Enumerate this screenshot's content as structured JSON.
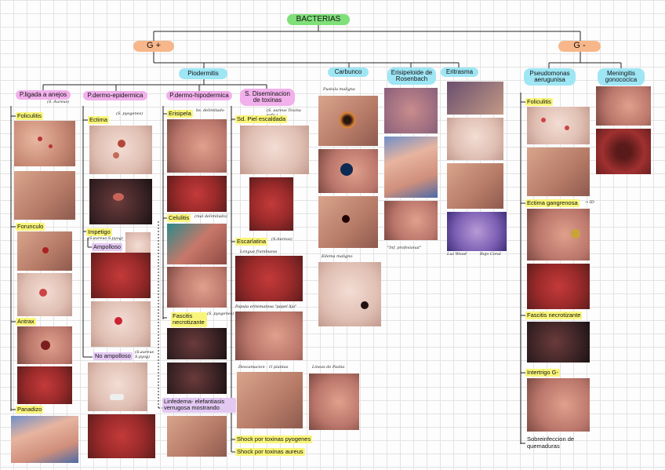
{
  "root": "BACTERIAS",
  "gpos": "G +",
  "gneg": "G -",
  "pio": "Piodermitis",
  "carb": "Carbunco",
  "eris_ros": "Erisipeloide de Rosenbach",
  "eritrasma": "Eritrasma",
  "pseudo": "Pseudomonas aerugunisa",
  "mening": "Meningitis gonococica",
  "cat1": "P.ligada a anejos",
  "cat2": "P.dermo-epidermica",
  "cat3": "P.dermo-hipodermica",
  "cat4": "S. Diseminacion de toxinas",
  "c1": {
    "foliculitis": "Foliculitis",
    "forunculo": "Forunculo",
    "antrax": "Antrax",
    "panadizo": "Panadizo"
  },
  "c2": {
    "ectima": "Ectima",
    "impetigo": "Impetigo",
    "ampolloso": "Ampolloso",
    "no_ampolloso": "No ampolloso"
  },
  "c3": {
    "erisipela": "Erisipela",
    "celulitis": "Celulitis",
    "fascitis": "Fascitis necrotizante",
    "linfedema": "Linfedema- elefantiasis verrugosa mostrando"
  },
  "c4": {
    "sd_piel": "Sd. Piel escaldada",
    "escarlatina": "Escarlatina",
    "shock_pyo": "Shock por toxinas pyogenes",
    "shock_aur": "Shock por toxinas aureus"
  },
  "gn": {
    "foliculitis": "Foliculitis",
    "ectima_g": "Ectima gangrenosa",
    "fascitis": "Fascitis necrotizante",
    "intertrigo": "Intertrigo G-",
    "sobreinf": "Sobreinfeccion de quemaduras"
  },
  "notes": {
    "s_aureus": "(S. Aureus)",
    "s_pyog": "(S. pyogenes)",
    "bs_delim": "bs. delimitado",
    "mal_delim": "(mal delimitado)",
    "saureus_toxina": "(S. aureus Toxina exfo.)",
    "s_aureus2": "(S.Aureus)",
    "saureus_pyog": "(S.aureus S.pyog)",
    "frambuesa": "Lengua frambuesa",
    "papula": "Papula eritematosa \"papel lija\"",
    "descam": "Descamacion - 1l plantas",
    "lineas": "Lineas de Pastia",
    "pustula": "Pustula maligna",
    "edema": "Edema maligno",
    "prof": "\"Inf. profesional\"",
    "luz": "Luz Wood",
    "rojo": "Rojo Coral",
    "flecha": "→ ID"
  },
  "colors": {
    "root": "#7fe07a",
    "g": "#f7b78a",
    "cyan": "#9fe6f5",
    "pink": "#f2b0ec",
    "yellow": "#f9f57a",
    "lavender": "#e3c8f2"
  }
}
